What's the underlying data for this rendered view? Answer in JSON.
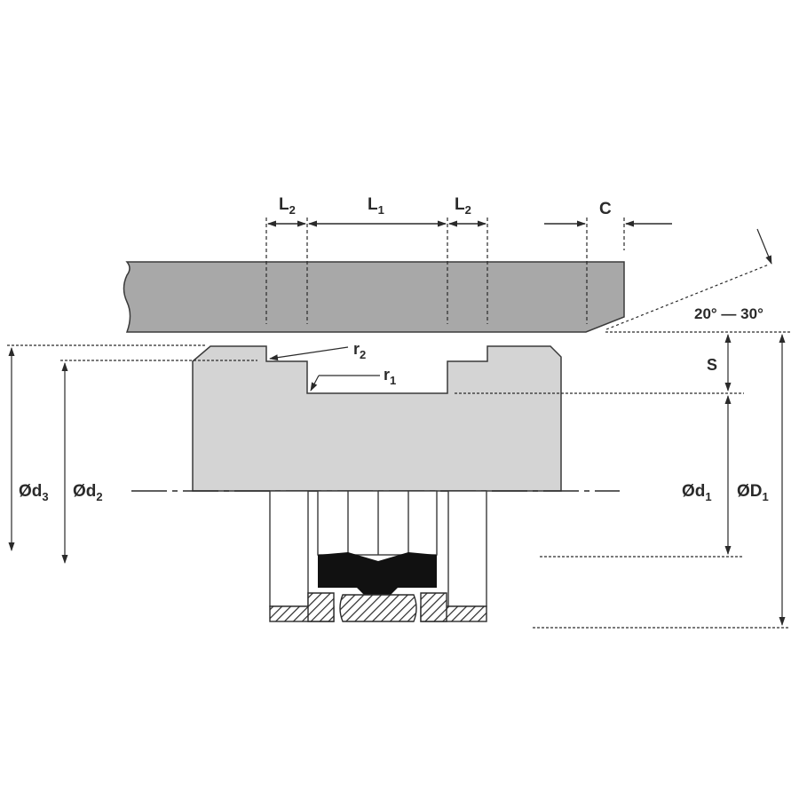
{
  "colors": {
    "bore": "#a8a8a8",
    "piston": "#d4d4d4",
    "stroke": "#3a3a3a",
    "seal": "#111111",
    "background": "#ffffff"
  },
  "labels": {
    "L1": {
      "base": "L",
      "sub": "1"
    },
    "L2_left": {
      "base": "L",
      "sub": "2"
    },
    "L2_right": {
      "base": "L",
      "sub": "2"
    },
    "C": "C",
    "angle": "20° — 30°",
    "S": "S",
    "r1": {
      "base": "r",
      "sub": "1"
    },
    "r2": {
      "base": "r",
      "sub": "2"
    },
    "d3": {
      "base": "Ød",
      "sub": "3"
    },
    "d2": {
      "base": "Ød",
      "sub": "2"
    },
    "d1": {
      "base": "Ød",
      "sub": "1"
    },
    "D1": {
      "base": "ØD",
      "sub": "1"
    }
  }
}
